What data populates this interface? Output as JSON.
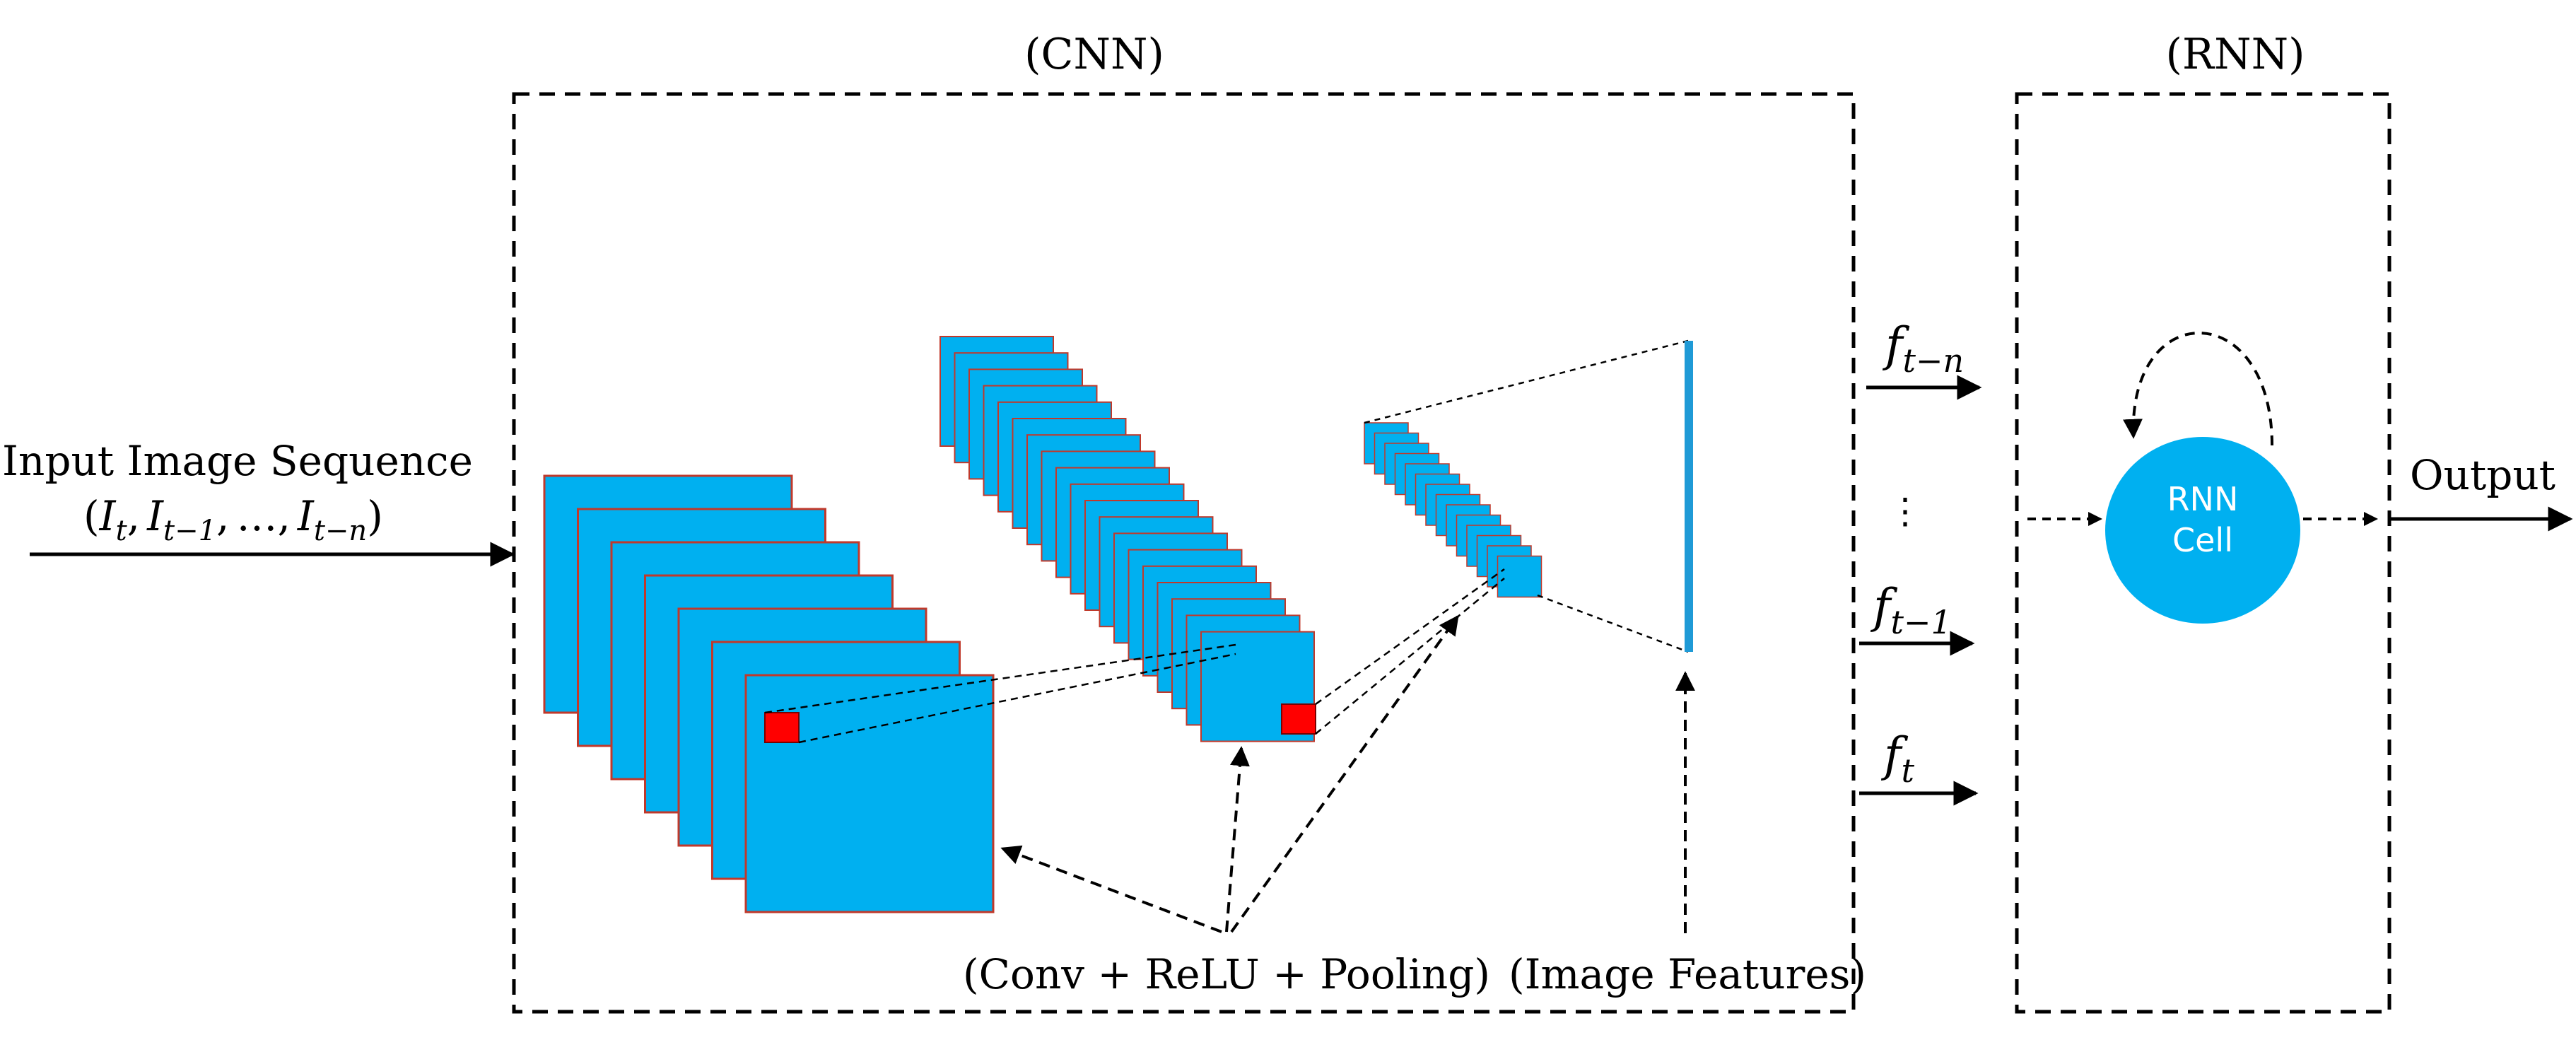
{
  "colors": {
    "feature_map": "#00b0f0",
    "feature_map_border": "#c0392b",
    "kernel": "#ff0000",
    "feature_vector": "#1f9ad6",
    "rnn_cell": "#00b0f0",
    "rnn_cell_text": "#ffffff",
    "line": "#000000"
  },
  "cnn": {
    "title": "(CNN)",
    "conv_label": "(Conv + ReLU + Pooling)",
    "features_label": "(Image Features)"
  },
  "rnn": {
    "title": "(RNN)",
    "cell_line1": "RNN",
    "cell_line2": "Cell"
  },
  "input": {
    "label": "Input Image Sequence",
    "seq_open": "(",
    "seq_I_t": "I",
    "seq_I_t_sub": "t",
    "seq_comma1": ",",
    "seq_I_t1": "I",
    "seq_I_t1_sub": "t−1",
    "seq_comma2": ",",
    "seq_ellipsis": "…",
    "seq_comma3": ",",
    "seq_I_tn": "I",
    "seq_I_tn_sub": "t−n",
    "seq_close": ")"
  },
  "features": {
    "f_tn": "f",
    "f_tn_sub": "t−n",
    "vdots": "⋮",
    "f_t1": "f",
    "f_t1_sub": "t−1",
    "f_t": "f",
    "f_t_sub": "t"
  },
  "output": {
    "label": "Output"
  }
}
